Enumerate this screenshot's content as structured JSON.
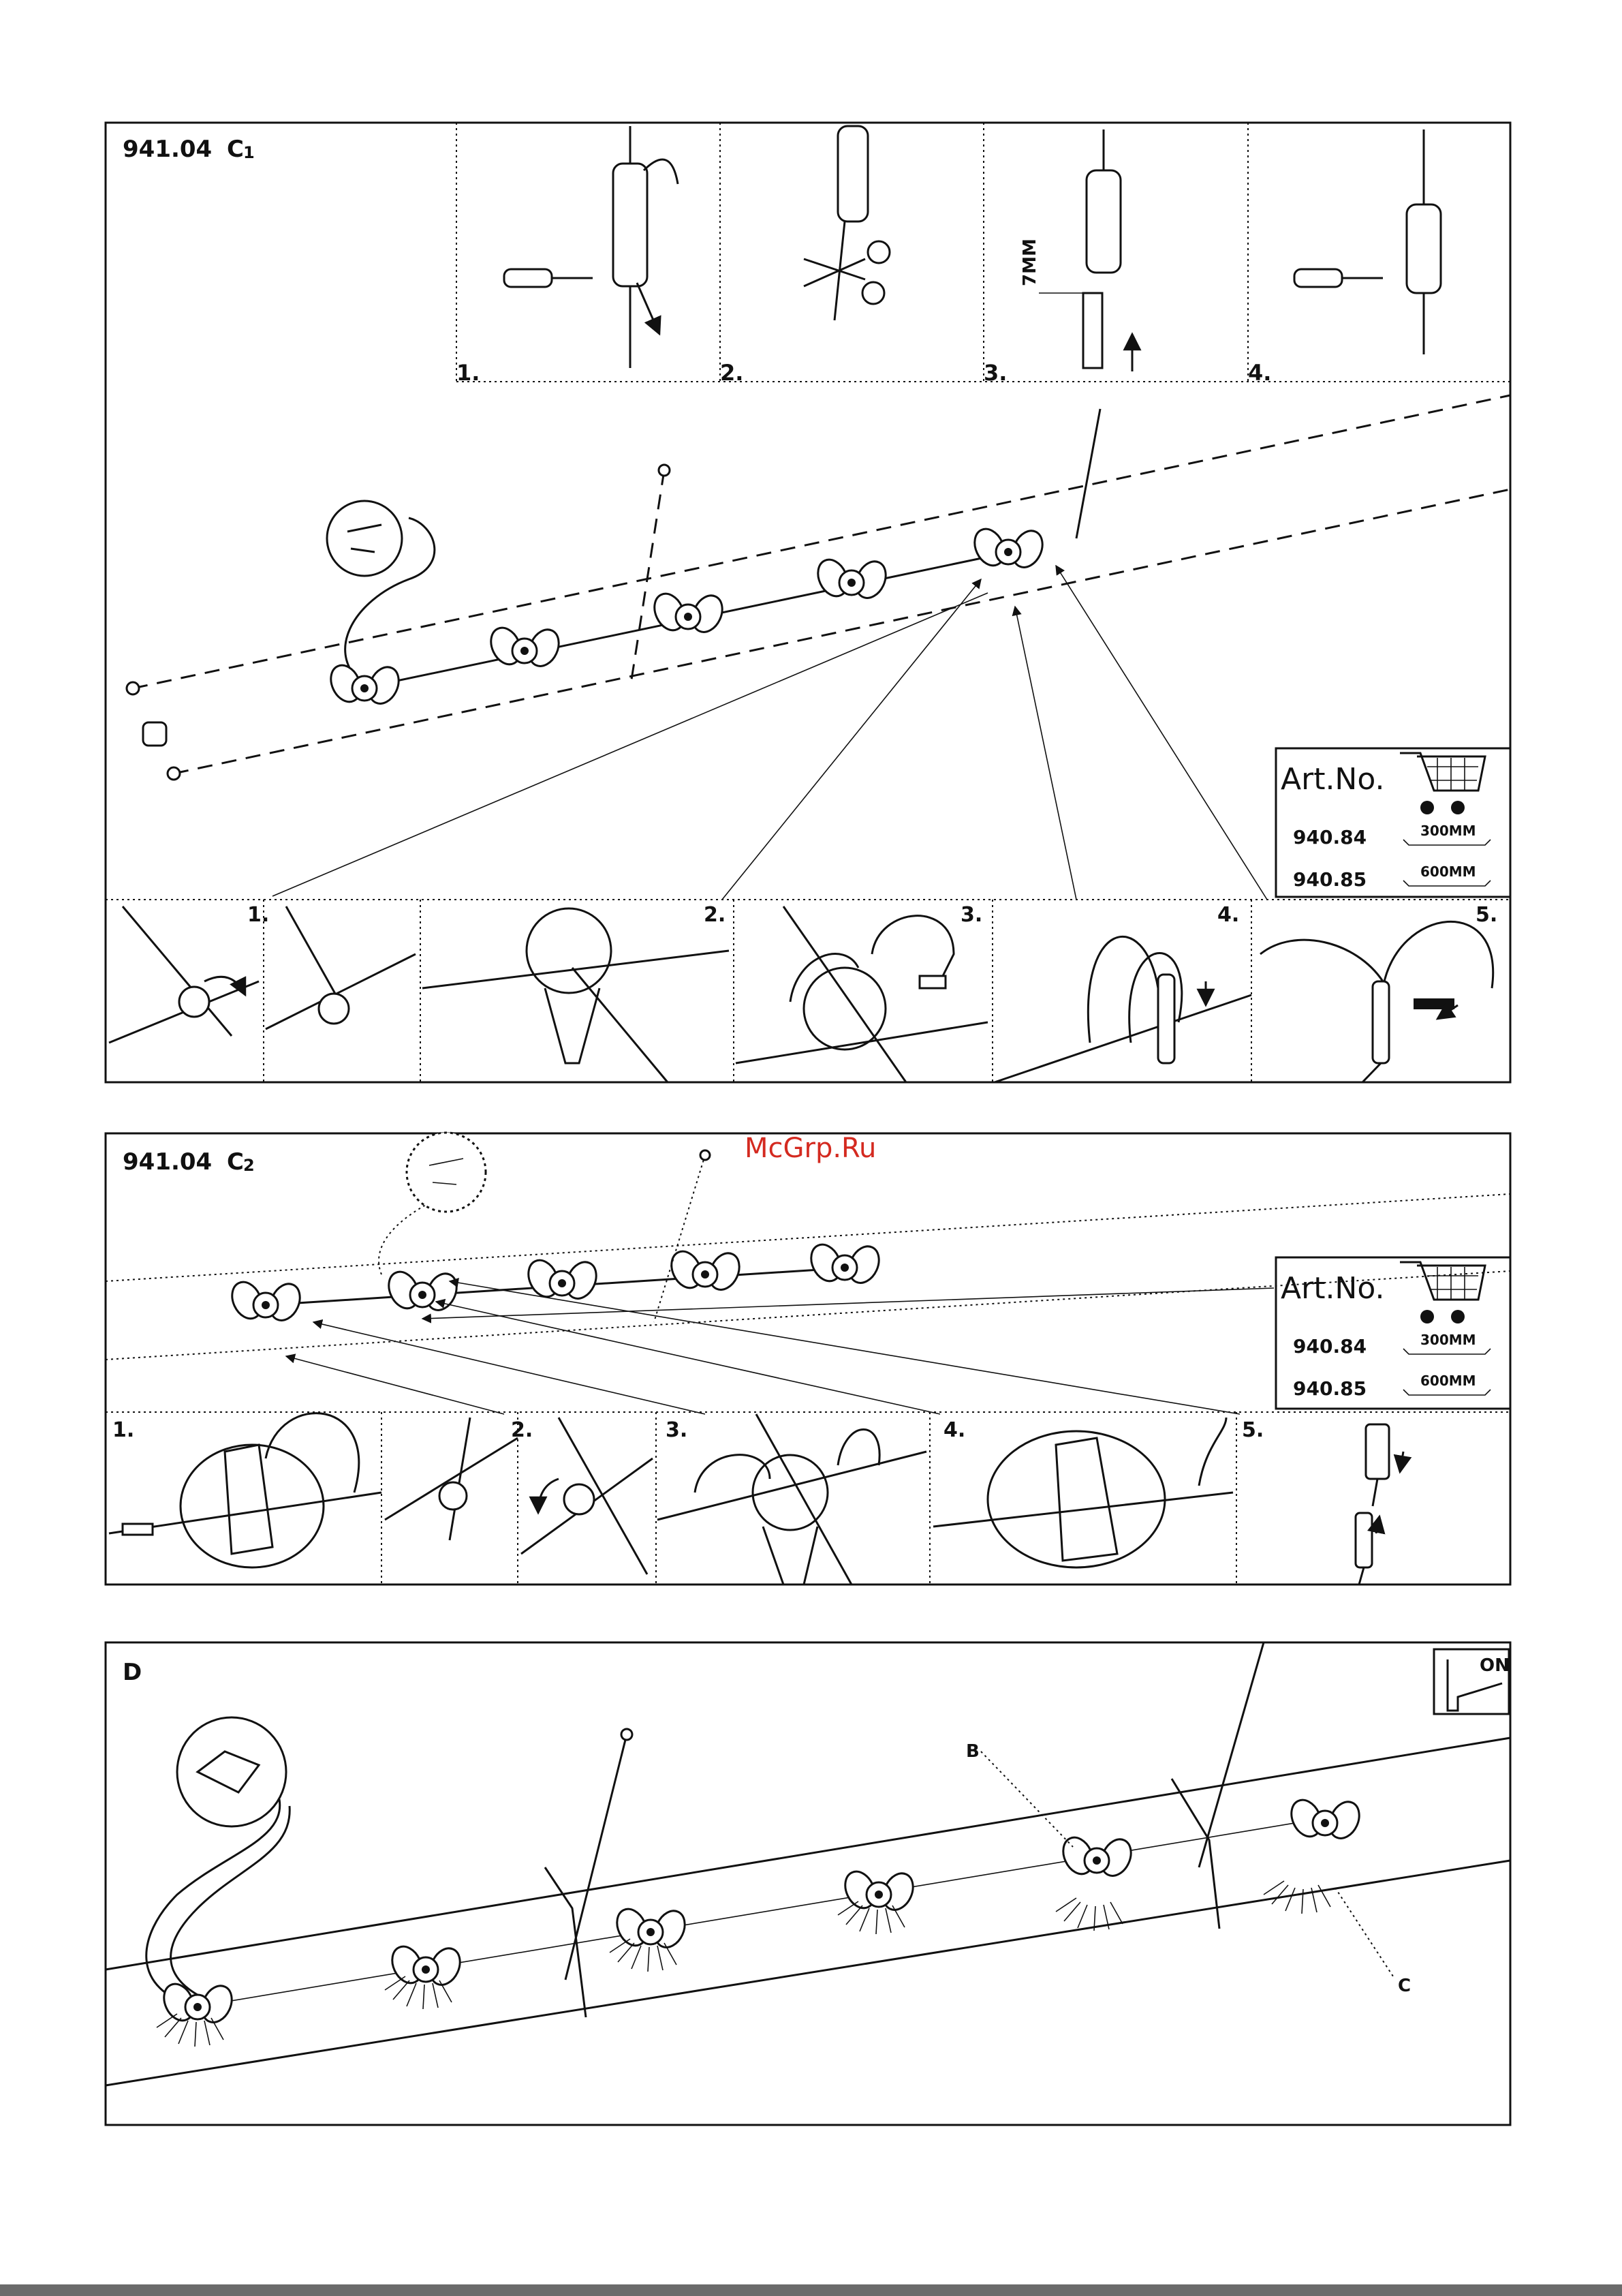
{
  "watermark": "McGrp.Ru",
  "sections": {
    "c1": {
      "model": "941.04",
      "label": "C",
      "sub": "1",
      "top_steps": [
        "1.",
        "2.",
        "3.",
        "4."
      ],
      "measure": "7MM",
      "bottom_steps": [
        "1.",
        "2.",
        "3.",
        "4.",
        "5."
      ]
    },
    "c2": {
      "model": "941.04",
      "label": "C",
      "sub": "2",
      "bottom_steps": [
        "1.",
        "2.",
        "3.",
        "4.",
        "5."
      ]
    },
    "d": {
      "label": "D",
      "switch_text": "ON",
      "callout_b": "B",
      "callout_c": "C"
    }
  },
  "art_box": {
    "title": "Art.No.",
    "items": [
      {
        "number": "940.84",
        "length": "300MM"
      },
      {
        "number": "940.85",
        "length": "600MM"
      }
    ]
  }
}
